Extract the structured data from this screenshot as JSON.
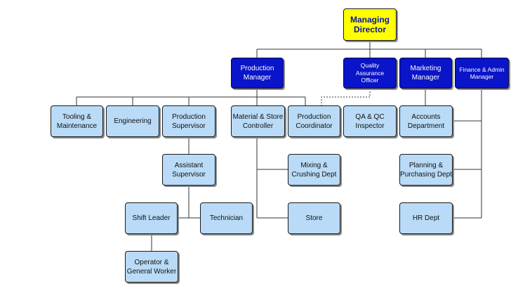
{
  "org_chart": {
    "managing_director": "Managing\nDirector",
    "production_manager": "Production\nManager",
    "quality_assurance_officer": "Quality\nAssurance\nOfficer",
    "marketing_manager": "Marketing\nManager",
    "finance_admin_manager": "Finance & Admin\nManager",
    "tooling_maintenance": "Tooling &\nMaintenance",
    "engineering": "Engineering",
    "production_supervisor": "Production\nSupervisor",
    "material_store_controller": "Material & Store\nController",
    "production_coordinator": "Production\nCoordinator",
    "qa_qc_inspector": "QA & QC\nInspector",
    "accounts_department": "Accounts\nDepartment",
    "assistant_supervisor": "Assistant\nSupervisor",
    "mixing_crushing_dept": "Mixing &\nCrushing Dept",
    "planning_purchasing_dept": "Planning &\nPurchasing Dept",
    "shift_leader": "Shift Leader",
    "technician": "Technician",
    "store": "Store",
    "hr_dept": "HR Dept",
    "operator_general_worker": "Operator &\nGeneral Worker"
  },
  "colors": {
    "top_box": "#ffff00",
    "manager_box": "#0a14c8",
    "staff_box": "#b9dbf7",
    "connector": "#333333"
  }
}
